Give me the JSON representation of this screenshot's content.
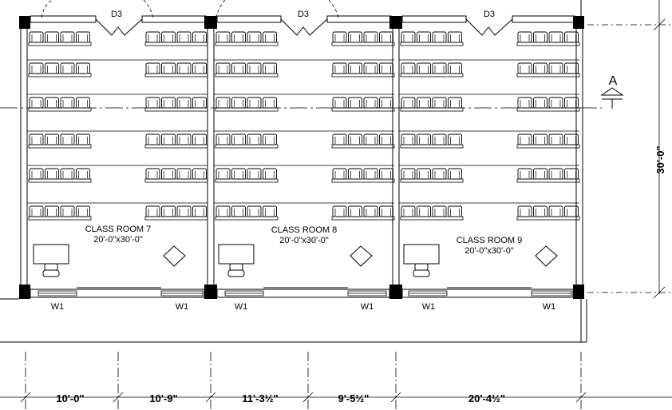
{
  "drawing": {
    "door_tag": "D3",
    "window_tag": "W1",
    "section_marker": "A",
    "overall_dimension": "30'-0\"",
    "rooms": [
      {
        "name": "CLASS ROOM 7",
        "size": "20'-0\"x30'-0\""
      },
      {
        "name": "CLASS ROOM 8",
        "size": "20'-0\"x30'-0\""
      },
      {
        "name": "CLASS ROOM 9",
        "size": "20'-0\"x30'-0\""
      }
    ],
    "bottom_dimensions": [
      "10'-0\"",
      "10'-9\"",
      "11'-3½\"",
      "9'-5½\"",
      "20'-4½\""
    ]
  }
}
